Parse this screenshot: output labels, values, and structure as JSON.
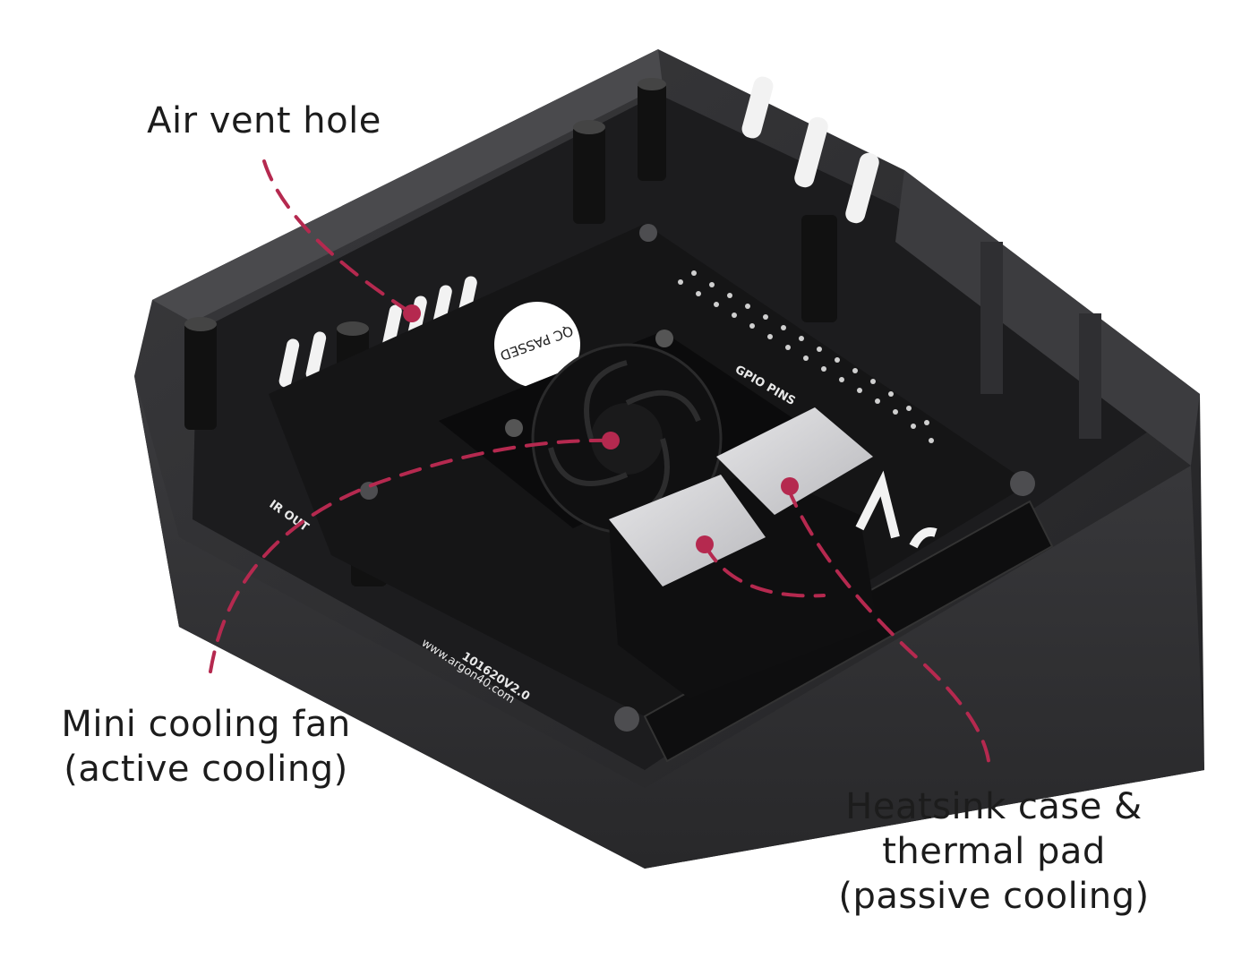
{
  "callouts": {
    "air_vent": {
      "line1": "Air vent hole"
    },
    "fan": {
      "line1": "Mini cooling fan",
      "line2": "(active cooling)"
    },
    "heatsink": {
      "line1": "Heatsink case &",
      "line2": "thermal pad",
      "line3": "(passive cooling)"
    }
  },
  "board": {
    "qc_sticker": "QC PASSED",
    "gpio_label": "GPIO PINS",
    "ir_out": "IR OUT",
    "version": "101620V2.0",
    "website": "www.argon40.com"
  },
  "colors": {
    "leader_line": "#b5294f",
    "case": "#2a2a2c",
    "pad": "#c9c9cc"
  }
}
